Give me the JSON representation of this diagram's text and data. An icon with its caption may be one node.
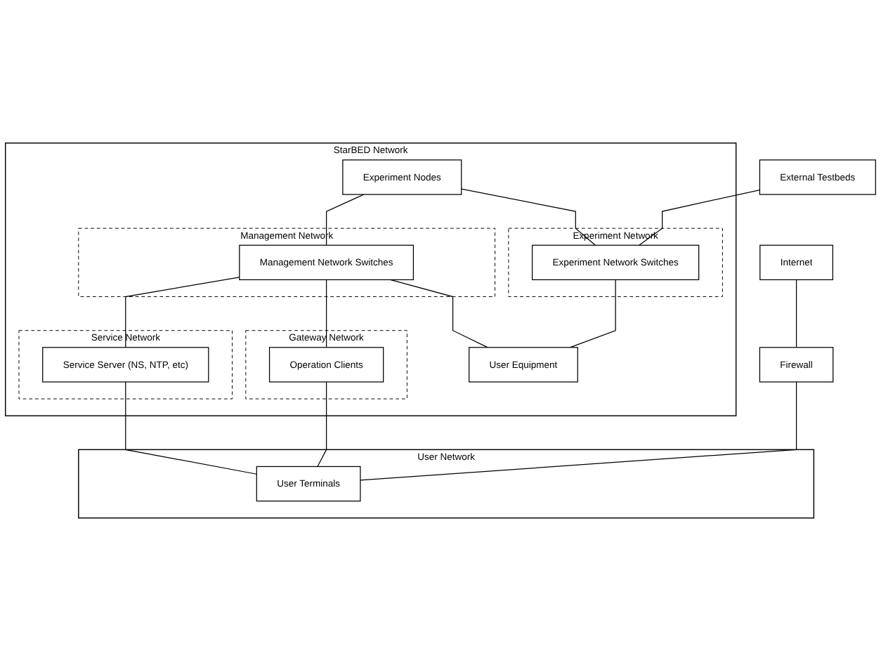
{
  "diagram": {
    "nodes": [
      {
        "text": [
          "External Testbeds"
        ]
      },
      {
        "text": [
          "Internet"
        ]
      },
      {
        "text": [
          "StarBED Network"
        ]
      },
      {
        "text": [
          "Experiment Network"
        ],
        "in": 2
      },
      {
        "text": [
          "Management Network"
        ],
        "in": 2
      },
      {
        "text": [
          "Gateway Network"
        ],
        "in": 2
      },
      {
        "text": [
          "Service Network"
        ],
        "in": 2
      },
      {
        "text": [
          "User Network"
        ]
      },
      {
        "text": [
          "Firewall"
        ]
      },
      {
        "text": [
          "Experiment Nodes"
        ],
        "in": 2
      },
      {
        "text": [
          "Experiment Network Switches"
        ],
        "in": 3
      },
      {
        "text": [
          "Management Network Switches"
        ],
        "in": 4
      },
      {
        "text": [
          "Operation Clients"
        ],
        "in": 5
      },
      {
        "text": [
          "Service Server (NS, NTP, etc)"
        ],
        "in": 6
      },
      {
        "text": [
          "User Terminals"
        ],
        "in": 7
      },
      {
        "text": [
          "User Equipment"
        ],
        "in": 2
      }
    ],
    "edges": [
      {
        "from": 0,
        "to": 10,
        "arrow": "none"
      },
      {
        "from": 1,
        "to": 8,
        "arrow": "none"
      },
      {
        "from": 8,
        "to": 14,
        "arrow": "none"
      },
      {
        "from": 9,
        "to": 10,
        "arrow": "none"
      },
      {
        "from": 9,
        "to": 11,
        "arrow": "none"
      },
      {
        "from": 10,
        "to": 15,
        "arrow": "none"
      },
      {
        "from": 11,
        "to": 15,
        "arrow": "none"
      },
      {
        "from": 11,
        "to": 12,
        "arrow": "none"
      },
      {
        "from": 11,
        "to": 13,
        "arrow": "none"
      },
      {
        "from": 12,
        "to": 14,
        "arrow": "none"
      },
      {
        "from": 13,
        "to": 14,
        "arrow": "none"
      }
    ]
  }
}
